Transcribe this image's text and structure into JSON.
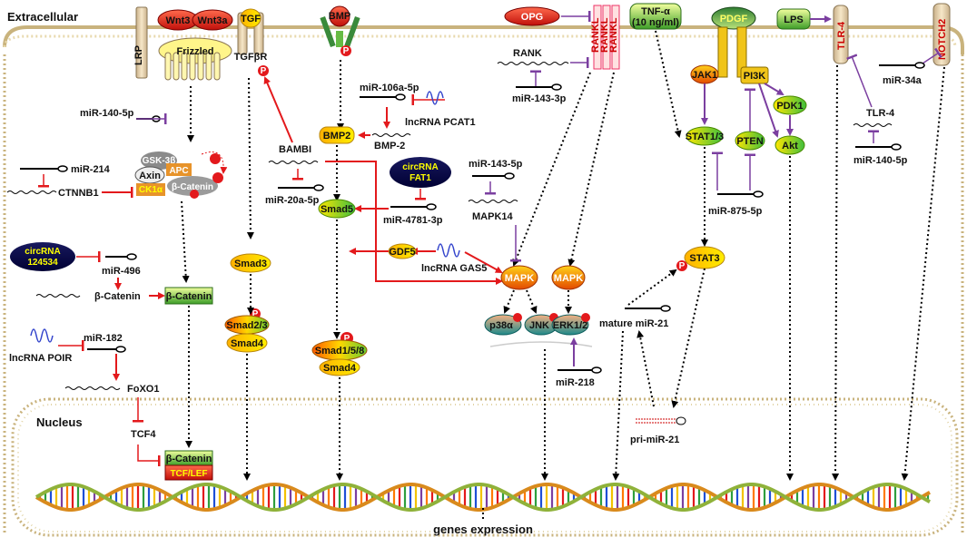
{
  "regions": {
    "extracellular": "Extracellular",
    "nucleus": "Nucleus",
    "genes": "genes expression"
  },
  "receptors": {
    "wnt3": "Wnt3",
    "wnt3a": "Wnt3a",
    "frizzled": "Frizzled",
    "lrp": "LRP",
    "tgf": "TGF",
    "tgfbr": "TGFβR",
    "bmp": "BMP",
    "opg": "OPG",
    "rankl": "RANKL",
    "rank_top": "RANK",
    "tnf_line1": "TNF-α",
    "tnf_line2": "(10 ng/ml)",
    "pdgf": "PDGF",
    "lps": "LPS",
    "tlr4": "TLR-4",
    "notch2": "NOTCH2"
  },
  "wnt_path": {
    "mir140": "miR-140-5p",
    "gsk": "GSK-3β",
    "axin": "Axin",
    "apc": "APC",
    "ck1": "CK1α",
    "bcat_complex": "β-Catenin",
    "mir214": "miR-214",
    "ctnnb1": "CTNNB1",
    "circ_line1": "circRNA",
    "circ_line2": "124534",
    "mir496": "miR-496",
    "bcat_text": "β-Catenin",
    "bcat_box": "β-Catenin",
    "lnc_poir": "lncRNA POIR",
    "mir182": "miR-182",
    "foxo1": "FoXO1",
    "tcf4": "TCF4",
    "nuc_bcat": "β-Catenin",
    "tcf_lef": "TCF/LEF"
  },
  "tgf_path": {
    "bambi": "BAMBI",
    "mir20a": "miR-20a-5p",
    "smad3": "Smad3",
    "smad23": "Smad2/3",
    "smad4": "Smad4"
  },
  "bmp_path": {
    "mir106a": "miR-106a-5p",
    "lnc_pcat1": "lncRNA PCAT1",
    "bmp2_box": "BMP2",
    "bmp2_text": "BMP-2",
    "circ_fat1_l1": "circRNA",
    "circ_fat1_l2": "FAT1",
    "mir4781": "miR-4781-3p",
    "smad5": "Smad5",
    "gdf5": "GDF5",
    "lnc_gas5": "lncRNA GAS5",
    "smad158": "Smad1/5/8",
    "smad4": "Smad4"
  },
  "mapk_path": {
    "rank": "RANK",
    "mir143_3p": "miR-143-3p",
    "mir143_5p": "miR-143-5p",
    "mapk14": "MAPK14",
    "mapk1": "MAPK",
    "mapk2": "MAPK",
    "p38": "p38α",
    "jnk": "JNK",
    "erk": "ERK1/2",
    "mir218": "miR-218"
  },
  "jak_path": {
    "jak1": "JAK1",
    "pi3k": "PI3K",
    "pdk1": "PDK1",
    "stat13": "STAT1/3",
    "pten": "PTEN",
    "akt": "Akt",
    "mir875": "miR-875-5p",
    "stat3": "STAT3",
    "mature_mir21": "mature miR-21",
    "pri_mir21": "pri-miR-21"
  },
  "tlr_path": {
    "mir34a": "miR-34a",
    "tlr4_text": "TLR-4",
    "mir140": "miR-140-5p"
  },
  "phospho": "P",
  "colors": {
    "activate": "#e3191c",
    "inhibit_red": "#e3191c",
    "inhibit_purple": "#7b3fa0",
    "membrane": "#c9b37d",
    "dashed": "#000000"
  }
}
